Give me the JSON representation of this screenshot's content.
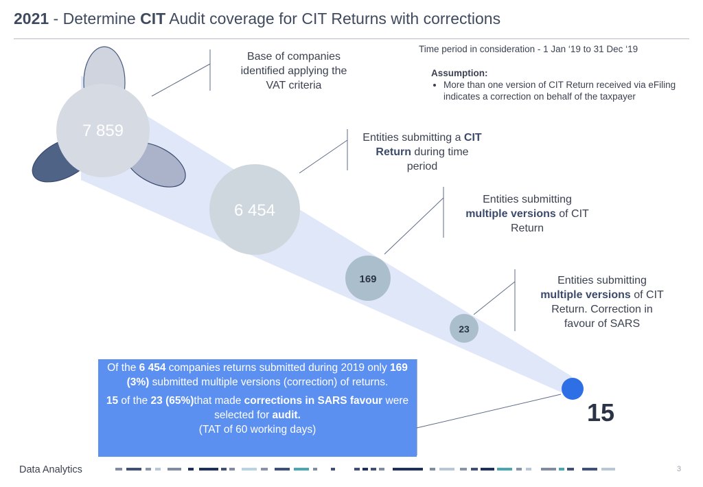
{
  "title": {
    "year": "2021",
    "sep": " - Determine ",
    "cit": "CIT",
    "rest": " Audit coverage for CIT Returns with corrections"
  },
  "period_text": "Time period in consideration - 1 Jan ‘19 to 31 Dec ‘19",
  "assumption": {
    "heading": "Assumption:",
    "bullet": "More than one version of CIT Return received via eFiling indicates a correction on behalf of the taxpayer"
  },
  "stages": [
    {
      "value": "7 859",
      "label_lines": [
        "Base of companies",
        "identified applying the",
        "VAT criteria"
      ]
    },
    {
      "value": "6 454",
      "label_pre": "Entities submitting a ",
      "label_bold1": "CIT",
      "label_bold2": "Return",
      "label_post": " during time",
      "label_line3": "period"
    },
    {
      "value": "169",
      "label_line1": "Entities submitting",
      "label_bold": "multiple versions",
      "label_mid": " of CIT",
      "label_line3": "Return"
    },
    {
      "value": "23",
      "label_line1": "Entities submitting",
      "label_bold": "multiple versions",
      "label_mid": " of CIT",
      "label_line3": "Return. Correction in",
      "label_line4": "favour of SARS"
    },
    {
      "value": "15"
    }
  ],
  "summary": {
    "p1_a": "Of the ",
    "p1_b": "6 454",
    "p1_c": " companies returns submitted during 2019 only ",
    "p1_d": "169 (3%)",
    "p1_e": " submitted multiple versions (correction) of returns.",
    "p2_a": "15",
    "p2_b": " of the ",
    "p2_c": "23 (65%)",
    "p2_d": "that made ",
    "p2_e": "corrections in SARS favour",
    "p2_f": " were selected for ",
    "p2_g": "audit.",
    "p2_h": "(TAT of 60 working days)"
  },
  "footer": {
    "label": "Data  Analytics",
    "page": "3"
  },
  "colors": {
    "funnel": "#dde4f7",
    "circle_large": "#d6dae3",
    "circle_mid": "#cfd7de",
    "circle_small": "#aabfcb",
    "final_dot": "#2f6fe6",
    "summary_bg": "#5b8ff0"
  }
}
